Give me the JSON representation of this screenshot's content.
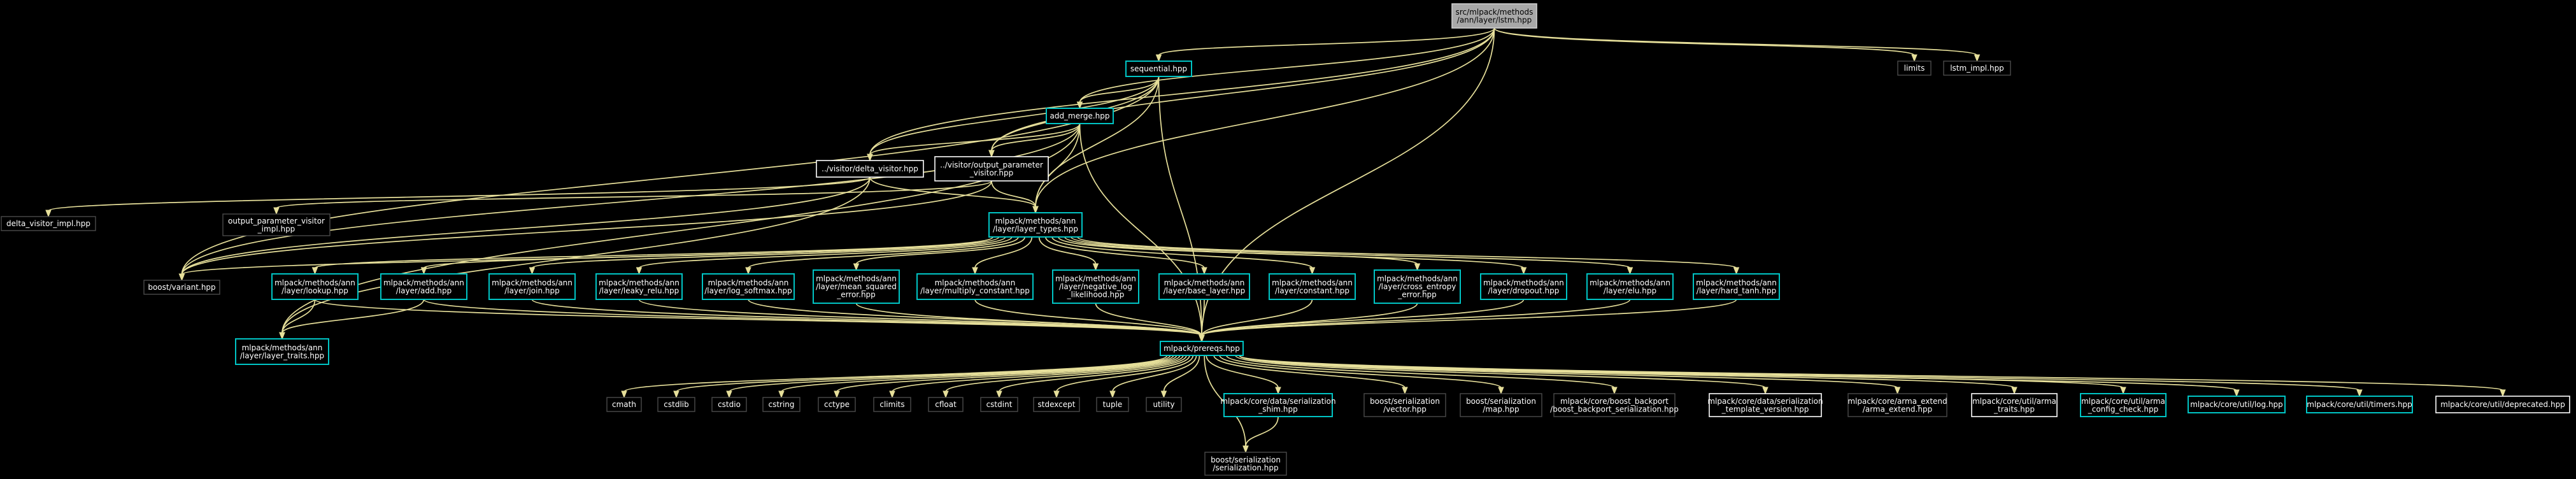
{
  "colors": {
    "background": "#000000",
    "edge": "#e6df9a",
    "documented_border": "#00c4c4",
    "plain_border": "#ffffff",
    "external_border": "#4a4a4a",
    "root_fill": "#a8a8a8"
  },
  "nodes": [
    {
      "id": "root",
      "style": "root",
      "lines": [
        "src/mlpack/methods",
        "/ann/layer/lstm.hpp"
      ]
    },
    {
      "id": "sequential",
      "style": "link",
      "lines": [
        "sequential.hpp"
      ]
    },
    {
      "id": "limits",
      "style": "ext",
      "lines": [
        "limits"
      ]
    },
    {
      "id": "lstm_impl",
      "style": "ext",
      "lines": [
        "lstm_impl.hpp"
      ]
    },
    {
      "id": "add_merge",
      "style": "link",
      "lines": [
        "add_merge.hpp"
      ]
    },
    {
      "id": "delta_visitor",
      "style": "plain",
      "lines": [
        "../visitor/delta_visitor.hpp"
      ]
    },
    {
      "id": "output_param_visitor",
      "style": "plain",
      "lines": [
        "../visitor/output_parameter",
        "_visitor.hpp"
      ]
    },
    {
      "id": "delta_visitor_impl",
      "style": "ext",
      "lines": [
        "delta_visitor_impl.hpp"
      ]
    },
    {
      "id": "output_param_visitor_impl",
      "style": "ext",
      "lines": [
        "output_parameter_visitor",
        "_impl.hpp"
      ]
    },
    {
      "id": "layer_types",
      "style": "link",
      "lines": [
        "mlpack/methods/ann",
        "/layer/layer_types.hpp"
      ]
    },
    {
      "id": "boost_variant",
      "style": "ext",
      "lines": [
        "boost/variant.hpp"
      ]
    },
    {
      "id": "lookup",
      "style": "link",
      "lines": [
        "mlpack/methods/ann",
        "/layer/lookup.hpp"
      ]
    },
    {
      "id": "add",
      "style": "link",
      "lines": [
        "mlpack/methods/ann",
        "/layer/add.hpp"
      ]
    },
    {
      "id": "join",
      "style": "link",
      "lines": [
        "mlpack/methods/ann",
        "/layer/join.hpp"
      ]
    },
    {
      "id": "leaky_relu",
      "style": "link",
      "lines": [
        "mlpack/methods/ann",
        "/layer/leaky_relu.hpp"
      ]
    },
    {
      "id": "log_softmax",
      "style": "link",
      "lines": [
        "mlpack/methods/ann",
        "/layer/log_softmax.hpp"
      ]
    },
    {
      "id": "mse",
      "style": "link",
      "lines": [
        "mlpack/methods/ann",
        "/layer/mean_squared",
        "_error.hpp"
      ]
    },
    {
      "id": "multiply_constant",
      "style": "link",
      "lines": [
        "mlpack/methods/ann",
        "/layer/multiply_constant.hpp"
      ]
    },
    {
      "id": "nll",
      "style": "link",
      "lines": [
        "mlpack/methods/ann",
        "/layer/negative_log",
        "_likelihood.hpp"
      ]
    },
    {
      "id": "base_layer",
      "style": "link",
      "lines": [
        "mlpack/methods/ann",
        "/layer/base_layer.hpp"
      ]
    },
    {
      "id": "constant",
      "style": "link",
      "lines": [
        "mlpack/methods/ann",
        "/layer/constant.hpp"
      ]
    },
    {
      "id": "cross_entropy",
      "style": "link",
      "lines": [
        "mlpack/methods/ann",
        "/layer/cross_entropy",
        "_error.hpp"
      ]
    },
    {
      "id": "dropout",
      "style": "link",
      "lines": [
        "mlpack/methods/ann",
        "/layer/dropout.hpp"
      ]
    },
    {
      "id": "elu",
      "style": "link",
      "lines": [
        "mlpack/methods/ann",
        "/layer/elu.hpp"
      ]
    },
    {
      "id": "hard_tanh",
      "style": "link",
      "lines": [
        "mlpack/methods/ann",
        "/layer/hard_tanh.hpp"
      ]
    },
    {
      "id": "layer_traits",
      "style": "link",
      "lines": [
        "mlpack/methods/ann",
        "/layer/layer_traits.hpp"
      ]
    },
    {
      "id": "prereqs",
      "style": "link",
      "lines": [
        "mlpack/prereqs.hpp"
      ]
    },
    {
      "id": "cmath",
      "style": "ext",
      "lines": [
        "cmath"
      ]
    },
    {
      "id": "cstdlib",
      "style": "ext",
      "lines": [
        "cstdlib"
      ]
    },
    {
      "id": "cstdio",
      "style": "ext",
      "lines": [
        "cstdio"
      ]
    },
    {
      "id": "cstring",
      "style": "ext",
      "lines": [
        "cstring"
      ]
    },
    {
      "id": "cctype",
      "style": "ext",
      "lines": [
        "cctype"
      ]
    },
    {
      "id": "climits",
      "style": "ext",
      "lines": [
        "climits"
      ]
    },
    {
      "id": "cfloat",
      "style": "ext",
      "lines": [
        "cfloat"
      ]
    },
    {
      "id": "cstdint",
      "style": "ext",
      "lines": [
        "cstdint"
      ]
    },
    {
      "id": "stdexcept",
      "style": "ext",
      "lines": [
        "stdexcept"
      ]
    },
    {
      "id": "tuple",
      "style": "ext",
      "lines": [
        "tuple"
      ]
    },
    {
      "id": "utility",
      "style": "ext",
      "lines": [
        "utility"
      ]
    },
    {
      "id": "serialization_shim",
      "style": "link",
      "lines": [
        "mlpack/core/data/serialization",
        "_shim.hpp"
      ]
    },
    {
      "id": "boost_ser_vector",
      "style": "ext",
      "lines": [
        "boost/serialization",
        "/vector.hpp"
      ]
    },
    {
      "id": "boost_ser_map",
      "style": "ext",
      "lines": [
        "boost/serialization",
        "/map.hpp"
      ]
    },
    {
      "id": "boost_backport",
      "style": "ext",
      "lines": [
        "mlpack/core/boost_backport",
        "/boost_backport_serialization.hpp"
      ]
    },
    {
      "id": "ser_template_version",
      "style": "plain",
      "lines": [
        "mlpack/core/data/serialization",
        "_template_version.hpp"
      ]
    },
    {
      "id": "arma_extend",
      "style": "ext",
      "lines": [
        "mlpack/core/arma_extend",
        "/arma_extend.hpp"
      ]
    },
    {
      "id": "arma_traits",
      "style": "plain",
      "lines": [
        "mlpack/core/util/arma",
        "_traits.hpp"
      ]
    },
    {
      "id": "arma_config_check",
      "style": "link",
      "lines": [
        "mlpack/core/util/arma",
        "_config_check.hpp"
      ]
    },
    {
      "id": "log",
      "style": "link",
      "lines": [
        "mlpack/core/util/log.hpp"
      ]
    },
    {
      "id": "timers",
      "style": "link",
      "lines": [
        "mlpack/core/util/timers.hpp"
      ]
    },
    {
      "id": "deprecated",
      "style": "plain",
      "lines": [
        "mlpack/core/util/deprecated.hpp"
      ]
    },
    {
      "id": "boost_serialization",
      "style": "ext",
      "lines": [
        "boost/serialization",
        "/serialization.hpp"
      ]
    }
  ],
  "edges": [
    [
      "root",
      "sequential"
    ],
    [
      "root",
      "limits"
    ],
    [
      "root",
      "lstm_impl"
    ],
    [
      "root",
      "add_merge"
    ],
    [
      "root",
      "delta_visitor"
    ],
    [
      "root",
      "output_param_visitor"
    ],
    [
      "root",
      "layer_types"
    ],
    [
      "root",
      "prereqs"
    ],
    [
      "sequential",
      "add_merge"
    ],
    [
      "sequential",
      "delta_visitor"
    ],
    [
      "sequential",
      "output_param_visitor"
    ],
    [
      "sequential",
      "layer_types"
    ],
    [
      "sequential",
      "boost_variant"
    ],
    [
      "sequential",
      "prereqs"
    ],
    [
      "add_merge",
      "delta_visitor"
    ],
    [
      "add_merge",
      "output_param_visitor"
    ],
    [
      "add_merge",
      "layer_types"
    ],
    [
      "add_merge",
      "boost_variant"
    ],
    [
      "add_merge",
      "layer_traits"
    ],
    [
      "add_merge",
      "prereqs"
    ],
    [
      "delta_visitor",
      "delta_visitor_impl"
    ],
    [
      "delta_visitor",
      "layer_types"
    ],
    [
      "delta_visitor",
      "boost_variant"
    ],
    [
      "delta_visitor",
      "layer_traits"
    ],
    [
      "output_param_visitor",
      "output_param_visitor_impl"
    ],
    [
      "output_param_visitor",
      "layer_types"
    ],
    [
      "output_param_visitor",
      "boost_variant"
    ],
    [
      "layer_types",
      "boost_variant"
    ],
    [
      "layer_types",
      "lookup"
    ],
    [
      "layer_types",
      "add"
    ],
    [
      "layer_types",
      "join"
    ],
    [
      "layer_types",
      "leaky_relu"
    ],
    [
      "layer_types",
      "log_softmax"
    ],
    [
      "layer_types",
      "mse"
    ],
    [
      "layer_types",
      "multiply_constant"
    ],
    [
      "layer_types",
      "nll"
    ],
    [
      "layer_types",
      "base_layer"
    ],
    [
      "layer_types",
      "constant"
    ],
    [
      "layer_types",
      "cross_entropy"
    ],
    [
      "layer_types",
      "dropout"
    ],
    [
      "layer_types",
      "elu"
    ],
    [
      "layer_types",
      "hard_tanh"
    ],
    [
      "lookup",
      "prereqs"
    ],
    [
      "lookup",
      "layer_traits"
    ],
    [
      "add",
      "prereqs"
    ],
    [
      "add",
      "layer_traits"
    ],
    [
      "join",
      "prereqs"
    ],
    [
      "leaky_relu",
      "prereqs"
    ],
    [
      "log_softmax",
      "prereqs"
    ],
    [
      "mse",
      "prereqs"
    ],
    [
      "multiply_constant",
      "prereqs"
    ],
    [
      "nll",
      "prereqs"
    ],
    [
      "base_layer",
      "prereqs"
    ],
    [
      "constant",
      "prereqs"
    ],
    [
      "cross_entropy",
      "prereqs"
    ],
    [
      "dropout",
      "prereqs"
    ],
    [
      "elu",
      "prereqs"
    ],
    [
      "hard_tanh",
      "prereqs"
    ],
    [
      "prereqs",
      "cmath"
    ],
    [
      "prereqs",
      "cstdlib"
    ],
    [
      "prereqs",
      "cstdio"
    ],
    [
      "prereqs",
      "cstring"
    ],
    [
      "prereqs",
      "cctype"
    ],
    [
      "prereqs",
      "climits"
    ],
    [
      "prereqs",
      "cfloat"
    ],
    [
      "prereqs",
      "cstdint"
    ],
    [
      "prereqs",
      "stdexcept"
    ],
    [
      "prereqs",
      "tuple"
    ],
    [
      "prereqs",
      "utility"
    ],
    [
      "prereqs",
      "serialization_shim"
    ],
    [
      "prereqs",
      "boost_ser_vector"
    ],
    [
      "prereqs",
      "boost_ser_map"
    ],
    [
      "prereqs",
      "boost_backport"
    ],
    [
      "prereqs",
      "ser_template_version"
    ],
    [
      "prereqs",
      "arma_extend"
    ],
    [
      "prereqs",
      "arma_traits"
    ],
    [
      "prereqs",
      "arma_config_check"
    ],
    [
      "prereqs",
      "log"
    ],
    [
      "prereqs",
      "timers"
    ],
    [
      "prereqs",
      "deprecated"
    ],
    [
      "prereqs",
      "boost_serialization"
    ],
    [
      "serialization_shim",
      "boost_serialization"
    ]
  ]
}
